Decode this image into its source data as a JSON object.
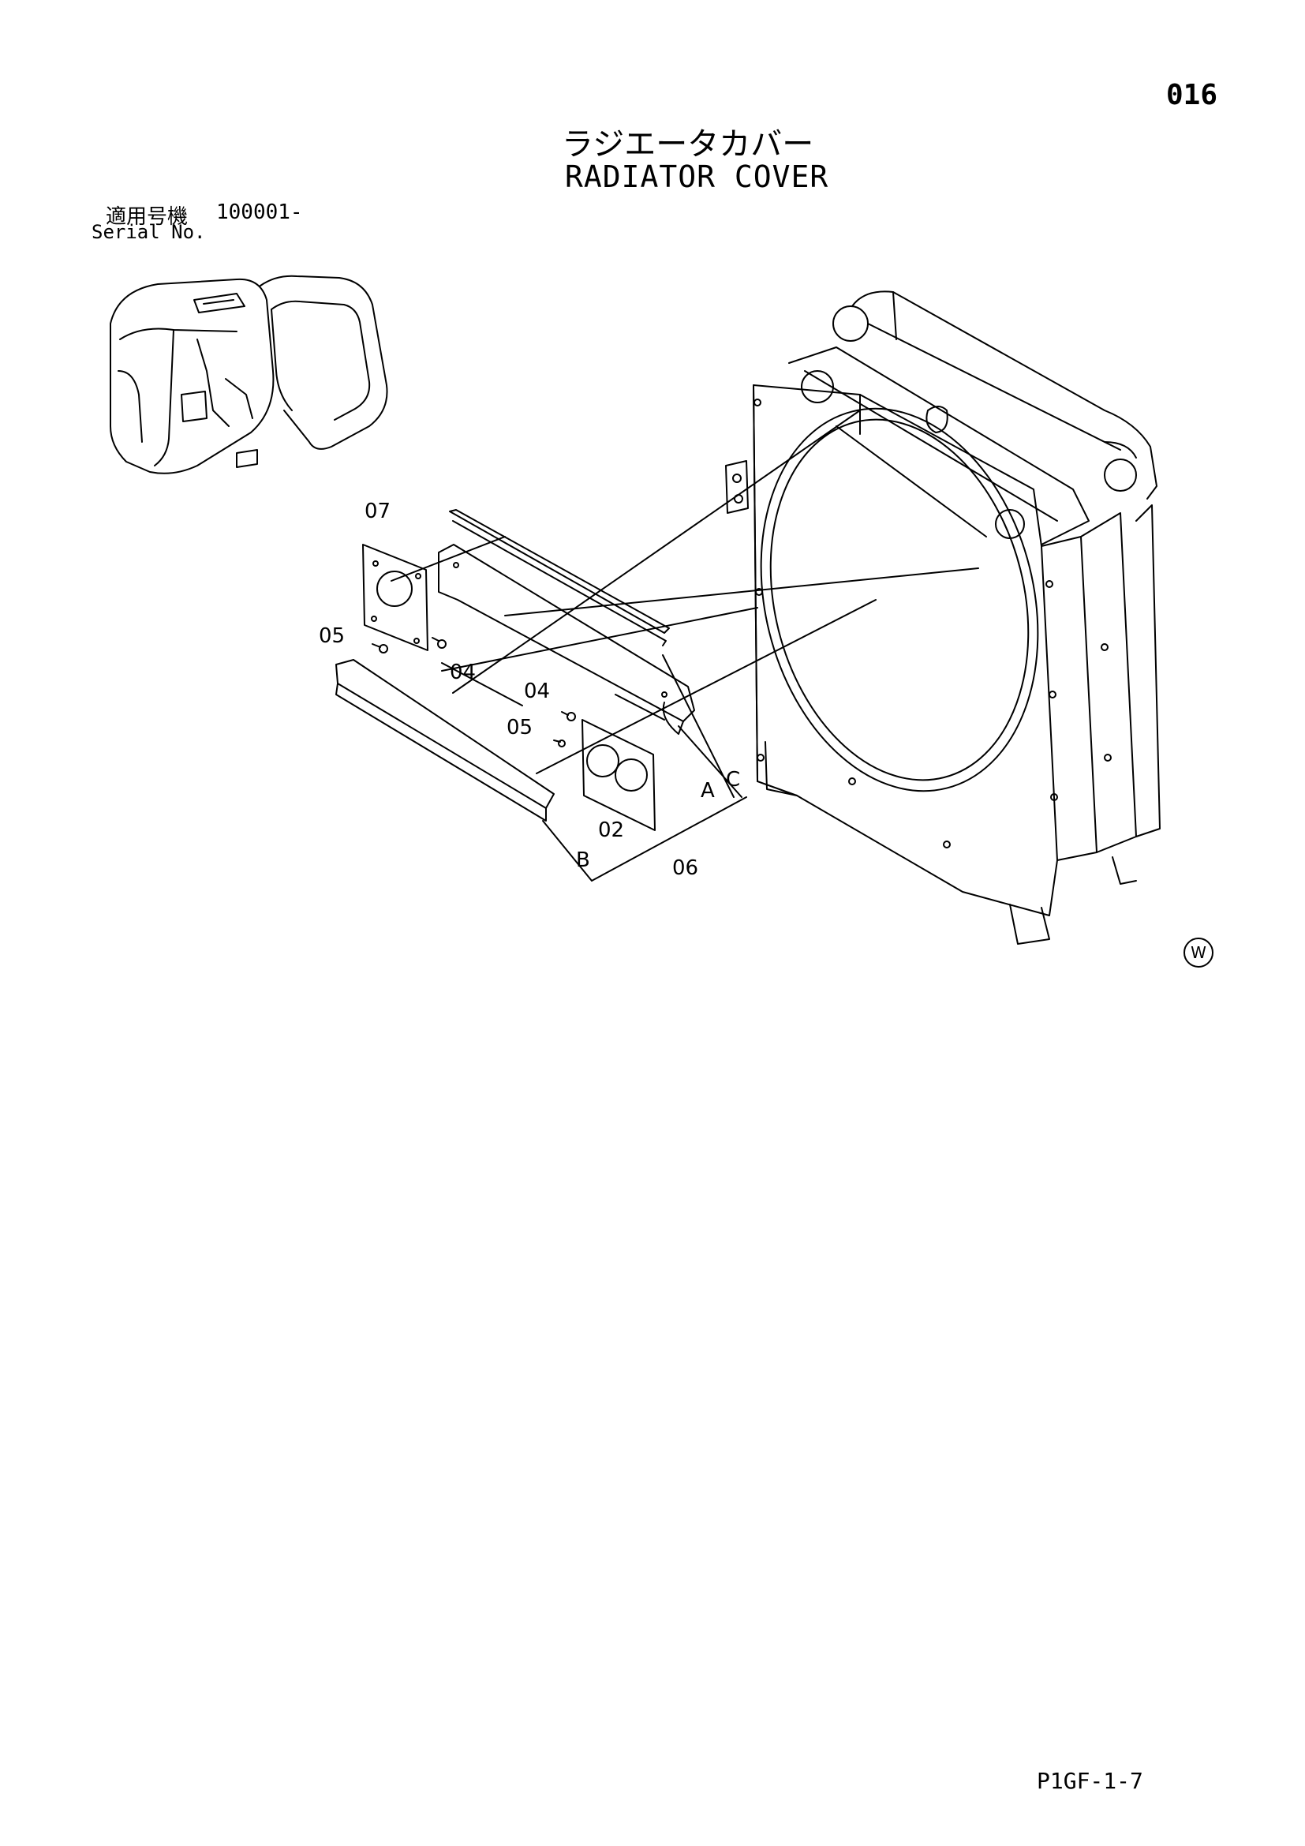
{
  "page_number": "016",
  "title_jp": "ラジエータカバー",
  "title_en": "RADIATOR COVER",
  "serial": {
    "label_jp": "適用号機",
    "value": "100001-",
    "label_en": "Serial No."
  },
  "callouts": {
    "c07": "07",
    "c05a": "05",
    "c04a": "04",
    "c04b": "04",
    "c05b": "05",
    "c02": "02",
    "c06": "06",
    "ref_a": "A",
    "ref_b": "B",
    "ref_c": "C"
  },
  "mark": "W",
  "footer_code": "P1GF-1-7"
}
